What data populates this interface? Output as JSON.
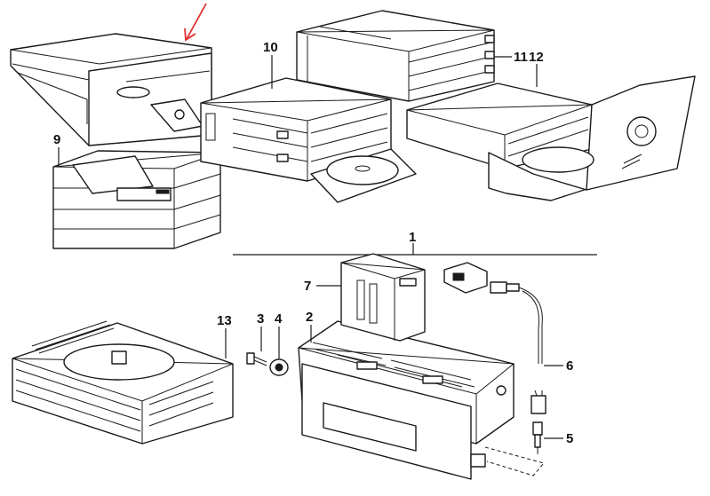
{
  "callouts": {
    "c1": "1",
    "c2": "2",
    "c3": "3",
    "c4": "4",
    "c5": "5",
    "c6": "6",
    "c7": "7",
    "c9": "9",
    "c10": "10",
    "c11": "11",
    "c12": "12",
    "c13": "13"
  },
  "colors": {
    "line": "#1a1a1a",
    "annotation_arrow": "#e03030",
    "background": "#ffffff"
  }
}
